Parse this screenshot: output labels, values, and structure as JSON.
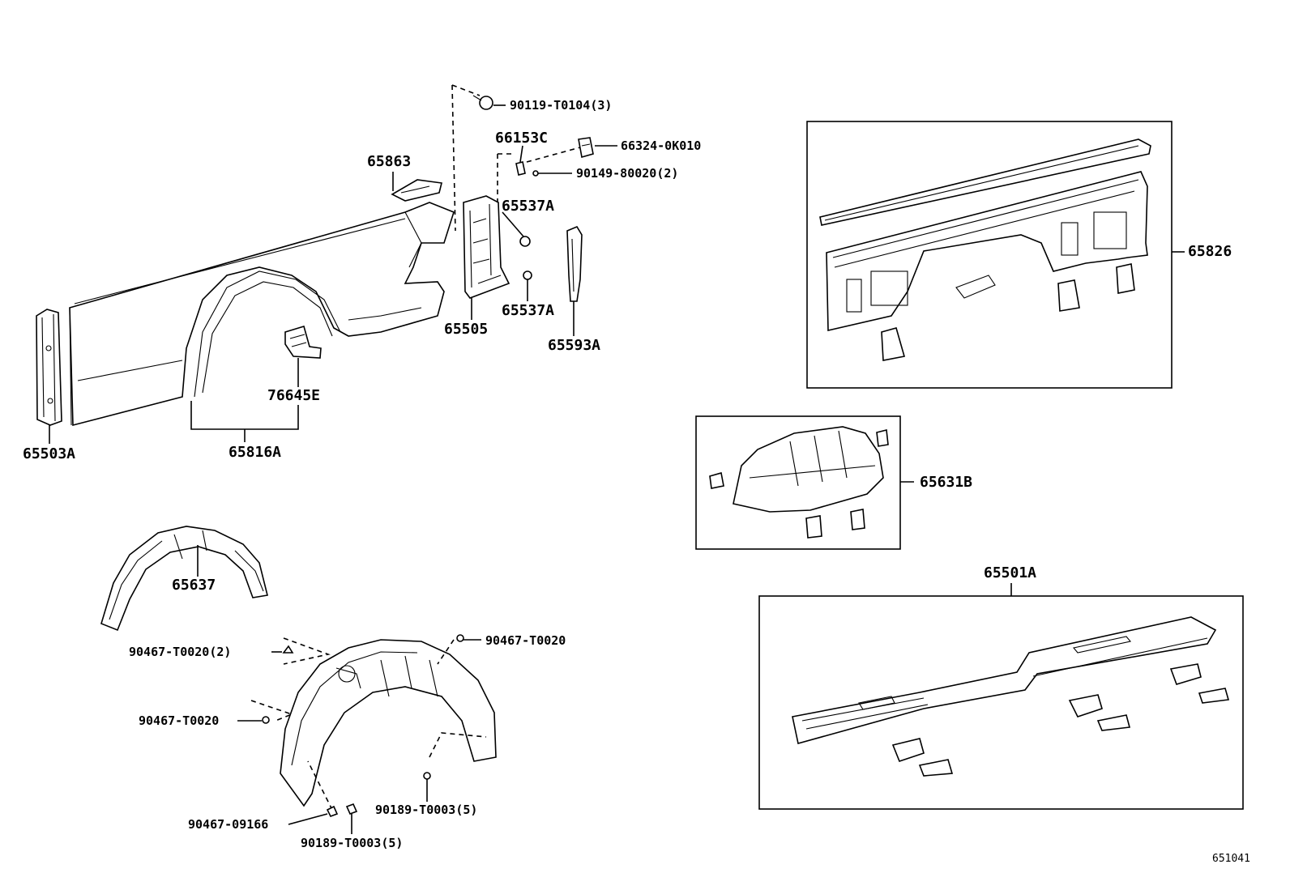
{
  "labels": {
    "p90119": "90119-T0104(3)",
    "p66153c": "66153C",
    "p66324": "66324-0K010",
    "p90149": "90149-80020(2)",
    "p65863": "65863",
    "p65537a_top": "65537A",
    "p65537a_bot": "65537A",
    "p65505": "65505",
    "p65593a": "65593A",
    "p76645e": "76645E",
    "p65503a": "65503A",
    "p65816a": "65816A",
    "p65826": "65826",
    "p65631b": "65631B",
    "p65501a": "65501A",
    "p65637": "65637",
    "p90467_t0020_2": "90467-T0020(2)",
    "p90467_t0020_r": "90467-T0020",
    "p90467_t0020_l": "90467-T0020",
    "p90189_r": "90189-T0003(5)",
    "p90467_09166": "90467-09166",
    "p90189_b": "90189-T0003(5)",
    "fig_no": "651041"
  }
}
